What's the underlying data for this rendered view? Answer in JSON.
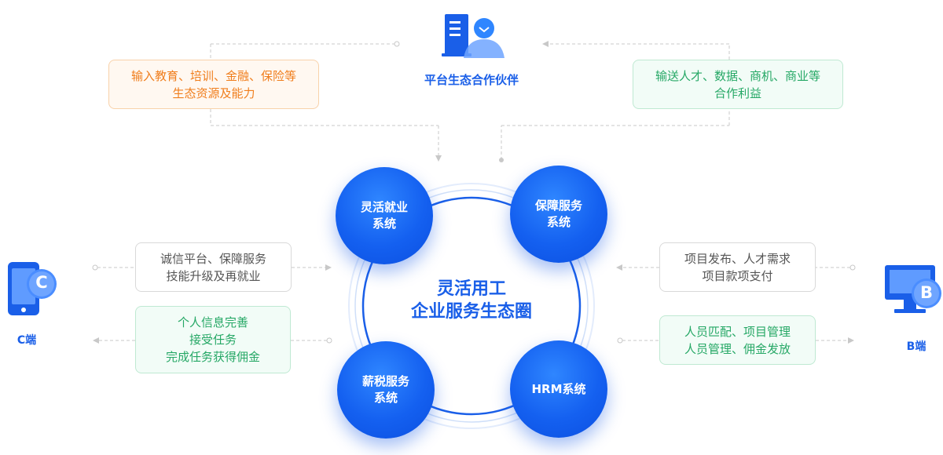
{
  "partner": {
    "label": "平台生态合作伙伴",
    "icon": "partner-building-icon"
  },
  "c_end": {
    "label": "C端",
    "icon": "phone-c-icon",
    "badge": "C"
  },
  "b_end": {
    "label": "B端",
    "icon": "monitor-b-icon",
    "badge": "B"
  },
  "center": {
    "line1": "灵活用工",
    "line2": "企业服务生态圈"
  },
  "nodes": [
    {
      "line1": "灵活就业",
      "line2": "系统"
    },
    {
      "line1": "保障服务",
      "line2": "系统"
    },
    {
      "line1": "薪税服务",
      "line2": "系统"
    },
    {
      "line1": "HRM系统",
      "line2": ""
    }
  ],
  "boxes": {
    "top_left": {
      "line1": "输入教育、培训、金融、保险等",
      "line2": "生态资源及能力"
    },
    "top_right": {
      "line1": "输送人才、数据、商机、商业等",
      "line2": "合作利益"
    },
    "left_top": {
      "line1": "诚信平台、保障服务",
      "line2": "技能升级及再就业"
    },
    "left_bottom": {
      "line1": "个人信息完善",
      "line2": "接受任务",
      "line3": "完成任务获得佣金"
    },
    "right_top": {
      "line1": "项目发布、人才需求",
      "line2": "项目款项支付"
    },
    "right_bottom": {
      "line1": "人员匹配、项目管理",
      "line2": "人员管理、佣金发放"
    }
  },
  "colors": {
    "primary_blue": "#1a5fe8",
    "orange_text": "#f07e1d",
    "green_text": "#26a866",
    "gray_text": "#555555",
    "connector": "#c8c8c8"
  }
}
